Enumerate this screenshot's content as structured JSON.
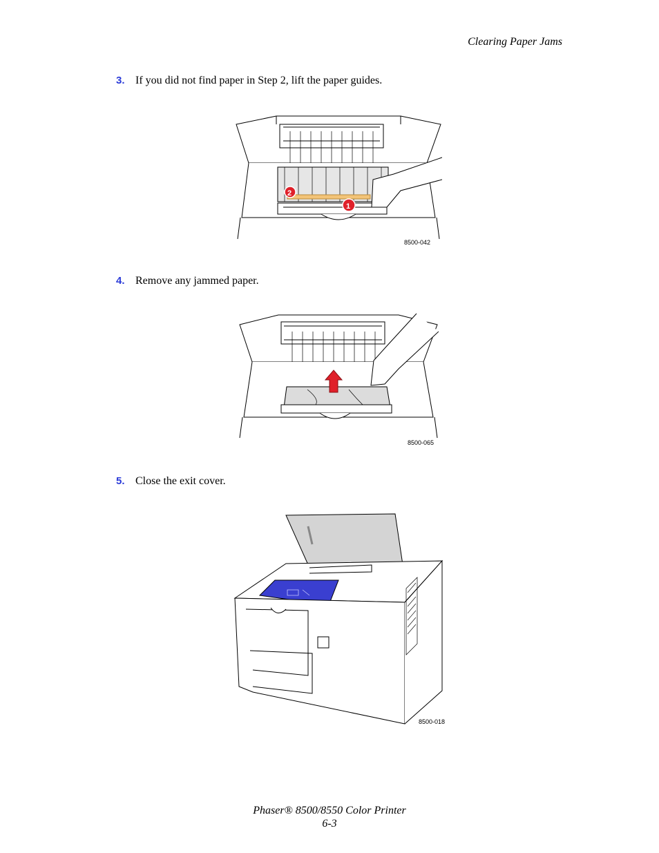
{
  "header": {
    "title": "Clearing Paper Jams"
  },
  "steps": [
    {
      "number": "3.",
      "text": "If you did not find paper in Step 2, lift the paper guides.",
      "figure_code": "8500-042"
    },
    {
      "number": "4.",
      "text": "Remove any jammed paper.",
      "figure_code": "8500-065"
    },
    {
      "number": "5.",
      "text": "Close the exit cover.",
      "figure_code": "8500-018"
    }
  ],
  "footer": {
    "product": "Phaser® 8500/8550 Color Printer",
    "page": "6-3"
  },
  "colors": {
    "step_number": "#2b3bd8",
    "arrow_red": "#e0202a",
    "paper_yellow": "#f3c478",
    "panel_blue": "#3a3fd0",
    "cover_grey": "#d4d4d4"
  }
}
